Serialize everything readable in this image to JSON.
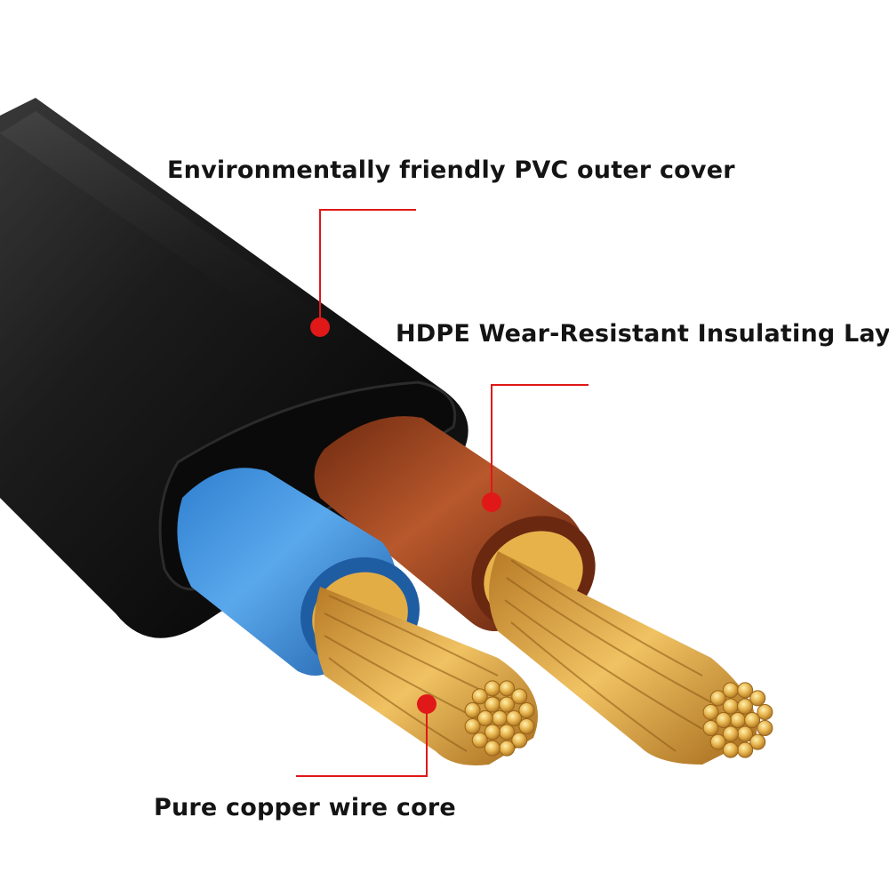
{
  "labels": {
    "outer_cover": "Environmentally friendly PVC outer cover",
    "insulating_layer": "HDPE Wear-Resistant Insulating Layer",
    "wire_core": "Pure copper wire core"
  },
  "colors": {
    "background": "#ffffff",
    "outer_cover": "#141414",
    "blue_insulation": "#3f8fd6",
    "brown_insulation": "#8a3a1a",
    "copper": "#d9a340",
    "leader_line": "#e01818",
    "label_text": "#141414"
  }
}
